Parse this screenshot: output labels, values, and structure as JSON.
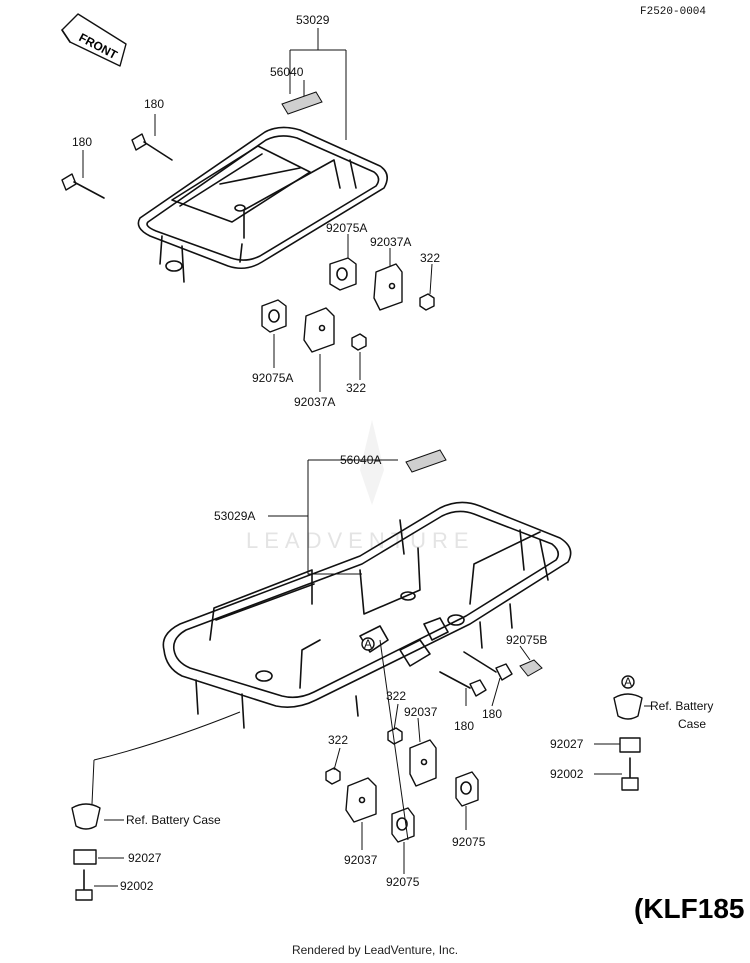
{
  "header": {
    "figure_code": "F2520-0004"
  },
  "direction_tag": "FRONT",
  "model_code": "(KLF185",
  "watermark": "LEADVENTURE",
  "footer": "Rendered by LeadVenture, Inc.",
  "callouts": {
    "p53029": "53029",
    "p56040": "56040",
    "p180_a": "180",
    "p180_b": "180",
    "p92075A_a": "92075A",
    "p92037A_a": "92037A",
    "p322_a": "322",
    "p92075A_b": "92075A",
    "p92037A_b": "92037A",
    "p322_b": "322",
    "p56040A": "56040A",
    "p53029A": "53029A",
    "p92075B": "92075B",
    "p180_c": "180",
    "p180_d": "180",
    "p322_c": "322",
    "p92037_a": "92037",
    "p322_d": "322",
    "p92037_b": "92037",
    "p92075_a": "92075",
    "p92075_b": "92075",
    "ref_battery_left": "Ref. Battery Case",
    "p92027_left": "92027",
    "p92002_left": "92002",
    "marker_a_right": "A",
    "ref_battery_right_1": "Ref. Battery",
    "ref_battery_right_2": "Case",
    "p92027_right": "92027",
    "p92002_right": "92002",
    "marker_a_center": "A"
  }
}
